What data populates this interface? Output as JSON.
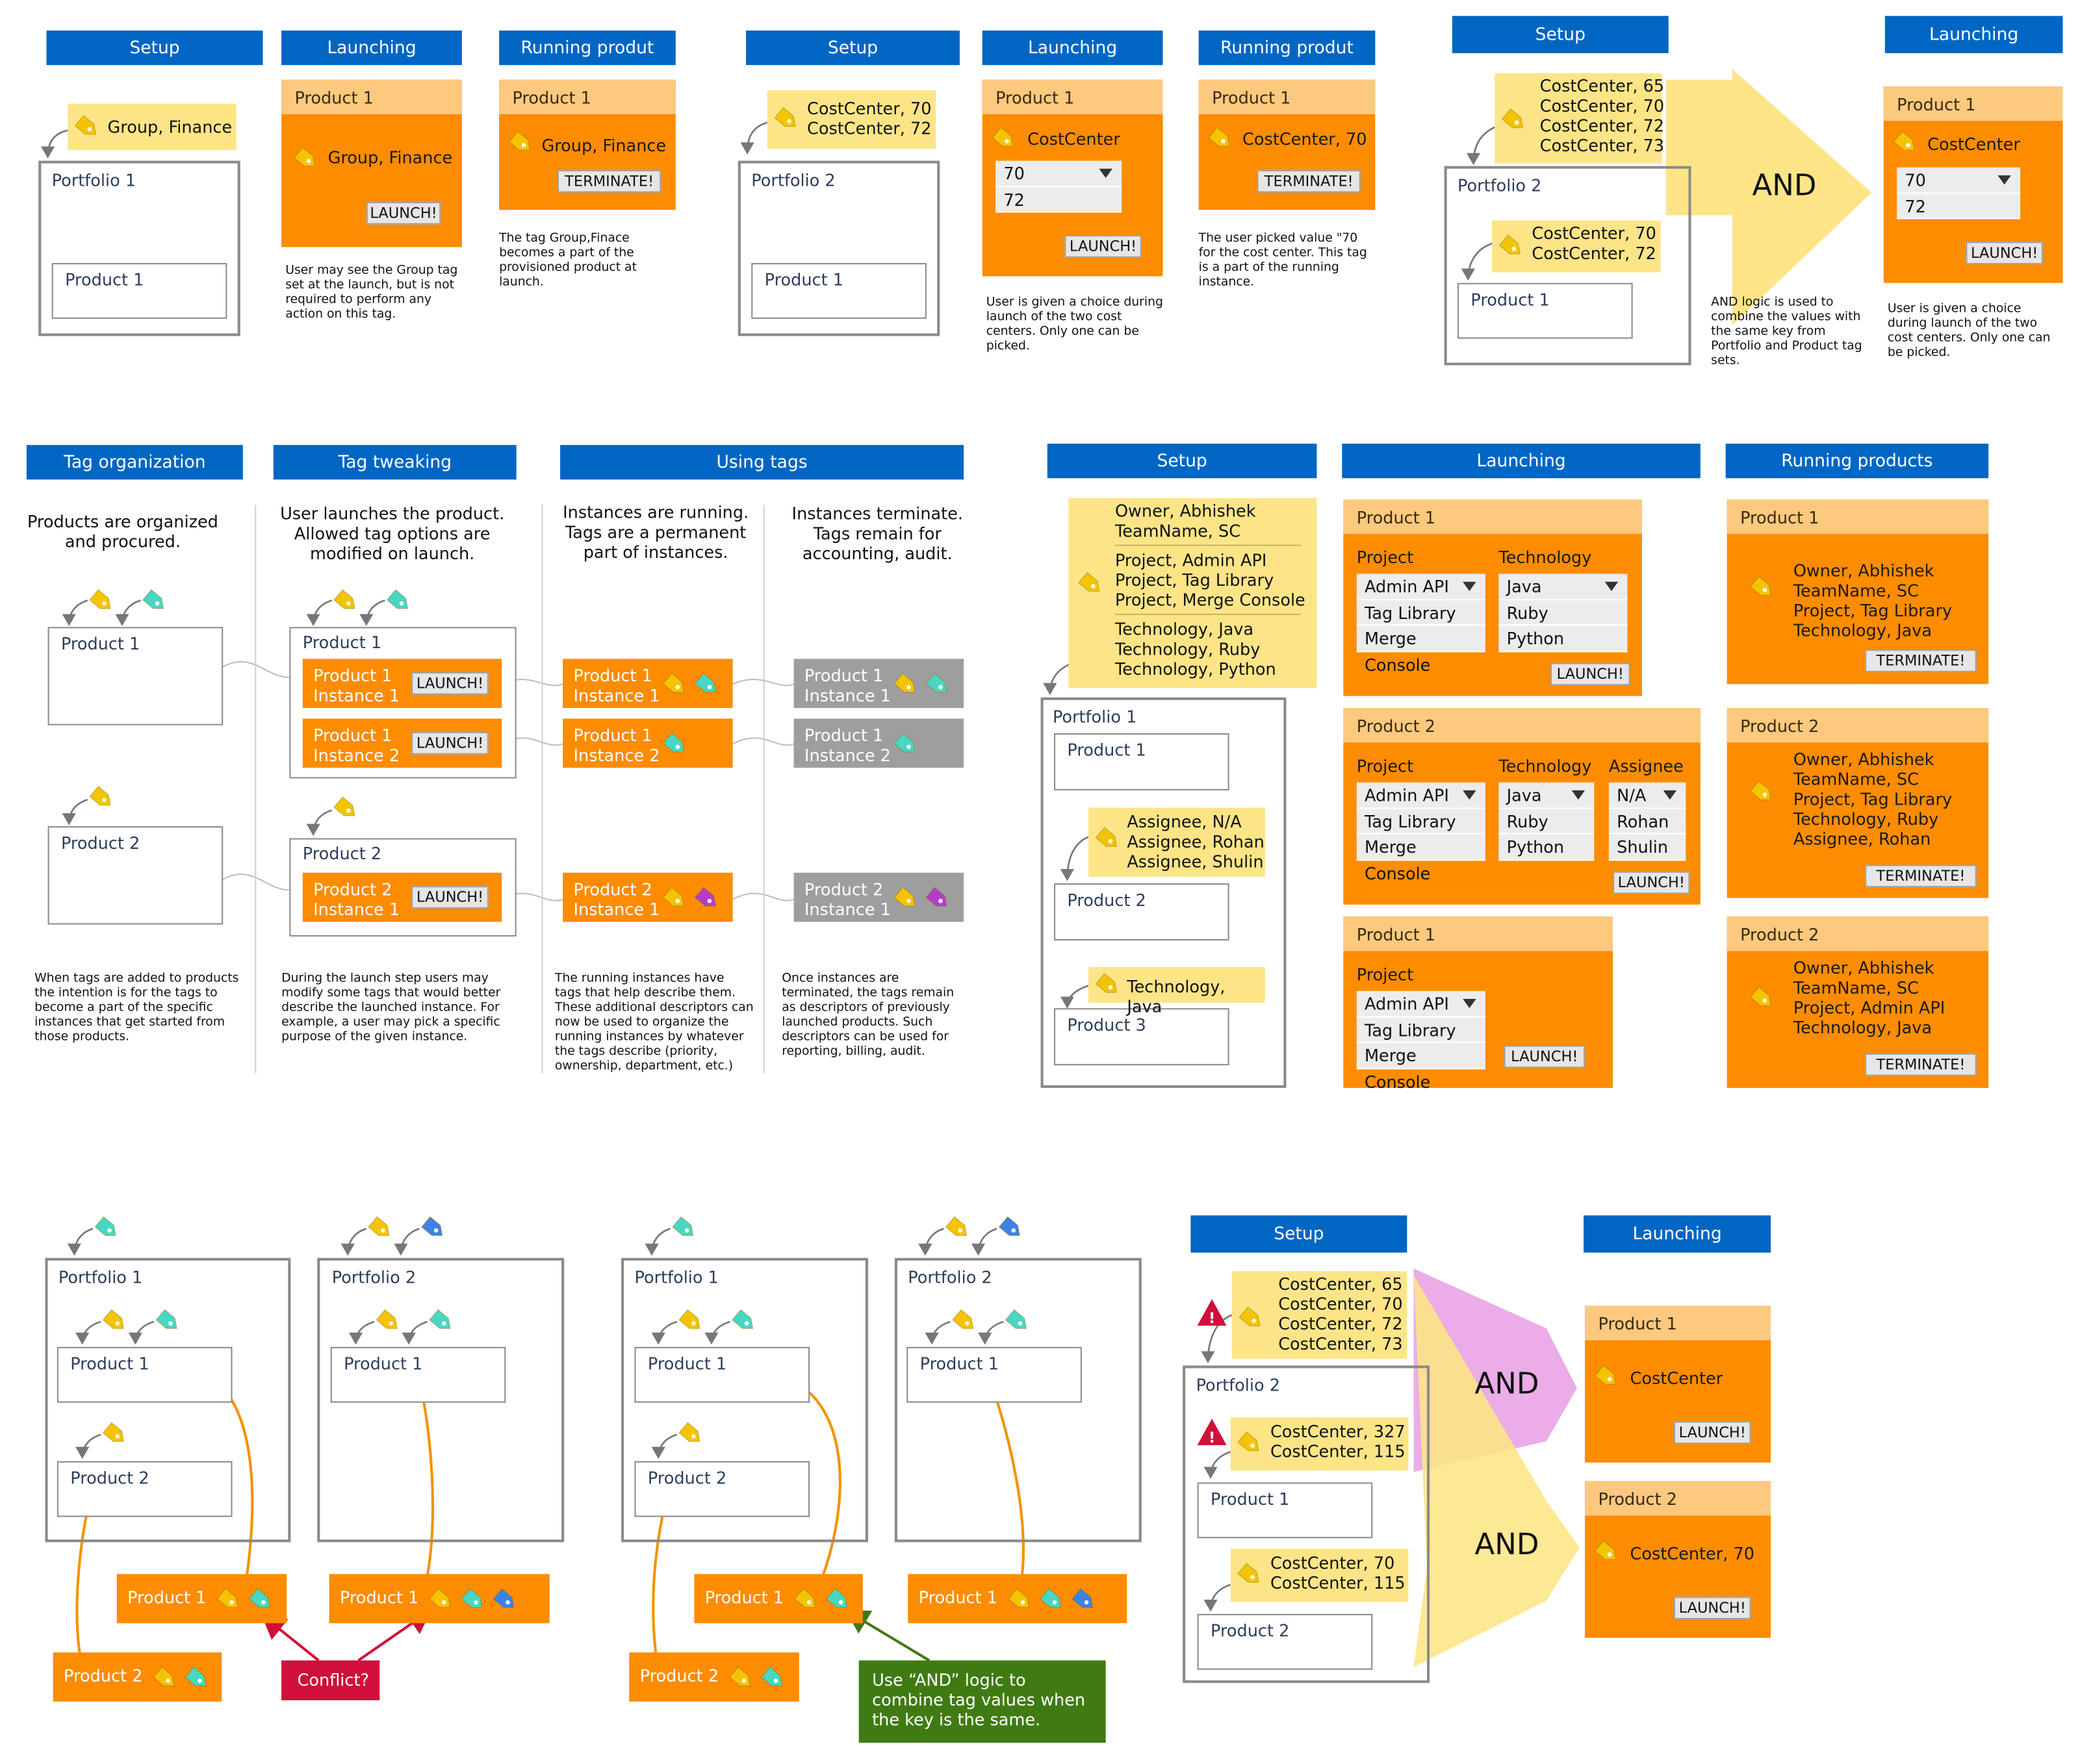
{
  "p1": {
    "h_setup": "Setup",
    "h_launch": "Launching",
    "h_running": "Running produt",
    "note": "Group, Finance",
    "portfolio": "Portfolio 1",
    "product": "Product 1",
    "l_product": "Product 1",
    "l_tag": "Group, Finance",
    "launch": "LAUNCH!",
    "r_product": "Product 1",
    "r_tag": "Group, Finance",
    "terminate": "TERMINATE!",
    "cap_launch": "User may see the Group tag set at the launch,  but is not required to perform any action on this tag.",
    "cap_run": "The tag Group,Finace becomes a part of the provisioned product at launch."
  },
  "p2": {
    "h_setup": "Setup",
    "h_launch": "Launching",
    "h_running": "Running produt",
    "note": [
      "CostCenter, 70",
      "CostCenter, 72"
    ],
    "portfolio": "Portfolio 2",
    "product": "Product 1",
    "l_product": "Product 1",
    "l_tag": "CostCenter",
    "options": [
      "70",
      "72"
    ],
    "launch": "LAUNCH!",
    "r_product": "Product 1",
    "r_tag": "CostCenter, 70",
    "terminate": "TERMINATE!",
    "cap_launch": "User is given a choice during launch of the two cost centers. Only one can be picked.",
    "cap_run": "The user picked value \"70 for the cost center. This tag is a part of the running instance."
  },
  "p3": {
    "h_setup": "Setup",
    "h_launch": "Launching",
    "note1": [
      "CostCenter, 65",
      "CostCenter, 70",
      "CostCenter, 72",
      "CostCenter, 73"
    ],
    "portfolio": "Portfolio 2",
    "note2": [
      "CostCenter, 70",
      "CostCenter, 72"
    ],
    "product": "Product 1",
    "and": "AND",
    "l_product": "Product 1",
    "l_tag": "CostCenter",
    "options": [
      "70",
      "72"
    ],
    "launch": "LAUNCH!",
    "cap_and": "AND logic is used to combine the values with the same key from Portfolio and Product tag sets.",
    "cap_launch": "User is given a choice during launch of the two cost centers. Only one can be picked."
  },
  "p4": {
    "h_org": "Tag organization",
    "h_tweak": "Tag tweaking",
    "h_using": "Using tags",
    "t_org": "Products are organized and procured.",
    "t_tweak": "User launches the product. Allowed tag options are modified on launch.",
    "t_run": "Instances are running. Tags are a permanent part of instances.",
    "t_term": "Instances terminate. Tags remain for accounting, audit.",
    "product1": "Product 1",
    "product2": "Product 2",
    "inst": [
      [
        "Product 1",
        "Instance 1"
      ],
      [
        "Product 1",
        "Instance 2"
      ],
      [
        "Product 2",
        "Instance 1"
      ]
    ],
    "launch": "LAUNCH!",
    "cap_org": "When tags are added to products the intention is for the tags to become a part of the specific instances that get started from those products.",
    "cap_tweak": "During the launch step users may modify some tags that would better describe the launched instance. For example, a user may pick a specific purpose of the given instance.",
    "cap_run": "The running instances have tags that help describe them. These additional descriptors can now be used to organize the running instances by whatever the tags describe (priority, ownership, department, etc.)",
    "cap_term": "Once instances are terminated, the tags remain as descriptors of previously launched products. Such descriptors can be used for reporting, billing, audit."
  },
  "p5": {
    "h_setup": "Setup",
    "h_launch": "Launching",
    "h_running": "Running products",
    "note_groups": [
      [
        "Owner, Abhishek",
        "TeamName, SC"
      ],
      [
        "Project, Admin API",
        "Project, Tag Library",
        "Project, Merge Console"
      ],
      [
        "Technology, Java",
        "Technology, Ruby",
        "Technology, Python"
      ]
    ],
    "portfolio": "Portfolio 1",
    "products": [
      "Product 1",
      "Product 2",
      "Product 3"
    ],
    "note_p2": [
      "Assignee, N/A",
      "Assignee, Rohan",
      "Assignee, Shulin"
    ],
    "note_p3": "Technology, Java",
    "cards": [
      {
        "title": "Product 1",
        "cols": [
          {
            "label": "Project",
            "opts": [
              "Admin API",
              "Tag Library",
              "Merge Console"
            ]
          },
          {
            "label": "Technology",
            "opts": [
              "Java",
              "Ruby",
              "Python"
            ]
          }
        ]
      },
      {
        "title": "Product 2",
        "cols": [
          {
            "label": "Project",
            "opts": [
              "Admin API",
              "Tag Library",
              "Merge Console"
            ]
          },
          {
            "label": "Technology",
            "opts": [
              "Java",
              "Ruby",
              "Python"
            ]
          },
          {
            "label": "Assignee",
            "opts": [
              "N/A",
              "Rohan",
              "Shulin"
            ]
          }
        ]
      },
      {
        "title": "Product 1",
        "cols": [
          {
            "label": "Project",
            "opts": [
              "Admin API",
              "Tag Library",
              "Merge Console"
            ]
          }
        ]
      }
    ],
    "launch": "LAUNCH!",
    "running": [
      {
        "title": "Product 1",
        "lines": [
          "Owner, Abhishek",
          "TeamName, SC",
          "Project, Tag Library",
          "Technology, Java"
        ],
        "btn": "TERMINATE!"
      },
      {
        "title": "Product 2",
        "lines": [
          "Owner, Abhishek",
          "TeamName, SC",
          "Project, Tag Library",
          "Technology, Ruby",
          "Assignee, Rohan"
        ],
        "btn": "TERMINATE!"
      },
      {
        "title": "Product 2",
        "lines": [
          "Owner, Abhishek",
          "TeamName, SC",
          "Project, Admin API",
          "Technology, Java"
        ],
        "btn": "TERMINATE!"
      }
    ]
  },
  "p6": {
    "portfolio1": "Portfolio 1",
    "portfolio2": "Portfolio 2",
    "product1": "Product 1",
    "product2": "Product 2",
    "conflict": "Conflict?",
    "and_note": "Use “AND” logic to combine tag values when the key is the same."
  },
  "p7": {
    "h_setup": "Setup",
    "h_launch": "Launching",
    "note1": [
      "CostCenter, 65",
      "CostCenter, 70",
      "CostCenter, 72",
      "CostCenter, 73"
    ],
    "portfolio": "Portfolio 2",
    "note2": [
      "CostCenter, 327",
      "CostCenter, 115"
    ],
    "product1": "Product 1",
    "note3": [
      "CostCenter, 70",
      "CostCenter, 115"
    ],
    "product2": "Product 2",
    "and": "AND",
    "c1_title": "Product 1",
    "c1_tag": "CostCenter",
    "c2_title": "Product 2",
    "c2_tag": "CostCenter, 70",
    "launch": "LAUNCH!"
  },
  "colors": {
    "header": "#0066c3",
    "note": "#fde587",
    "card": "#fd8c00",
    "card_head": "#fcc97e",
    "instance_gray": "#9e9e9e",
    "conflict": "#d0103a",
    "and_note": "#3f7b12",
    "tag_yellow": "#f5c400",
    "tag_teal": "#48d7c3",
    "tag_blue": "#3c82e6",
    "tag_purple": "#b43cc8",
    "arrow_yellow": "#fde587",
    "arrow_pink": "#e89de3"
  }
}
